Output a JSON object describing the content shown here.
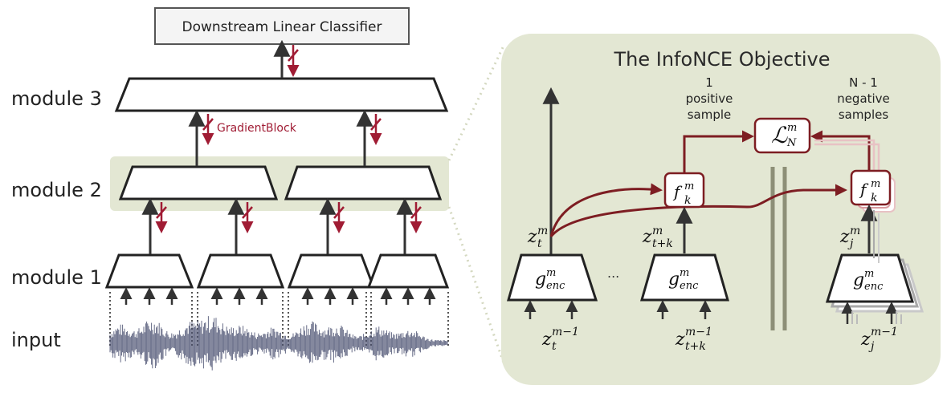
{
  "classifier": {
    "label": "Downstream Linear Classifier"
  },
  "row_labels": {
    "module3": "module 3",
    "module2": "module 2",
    "module1": "module 1",
    "input": "input"
  },
  "gradient_block_label": "GradientBlock",
  "infonce": {
    "title": "The InfoNCE Objective",
    "positive_label": [
      "1",
      "positive",
      "sample"
    ],
    "negative_label": [
      "N - 1",
      "negative",
      "samples"
    ],
    "loss": {
      "main": "ℒ",
      "sup": "m",
      "sub": "N"
    },
    "f_main": "f",
    "f_sup": "m",
    "f_sub": "k",
    "g_main": "g",
    "g_sup": "m",
    "g_sub": "enc",
    "ellipsis": "...",
    "z_t_m": {
      "main": "z",
      "sub": "t",
      "sup": "m"
    },
    "z_tk_m": {
      "main": "z",
      "sub": "t+k",
      "sup": "m"
    },
    "z_j_m": {
      "main": "z",
      "sub": "j",
      "sup": "m"
    },
    "z_t_m1": {
      "main": "z",
      "sub": "t",
      "sup": "m−1"
    },
    "z_tk_m1": {
      "main": "z",
      "sub": "t+k",
      "sup": "m−1"
    },
    "z_j_m1": {
      "main": "z",
      "sub": "j",
      "sup": "m−1"
    }
  },
  "colors": {
    "panel": "#e3e7d3",
    "gradient": "#a01c34",
    "infonce_arrow": "#7d1d22",
    "dark": "#333333",
    "waveform": "#4a5070"
  }
}
